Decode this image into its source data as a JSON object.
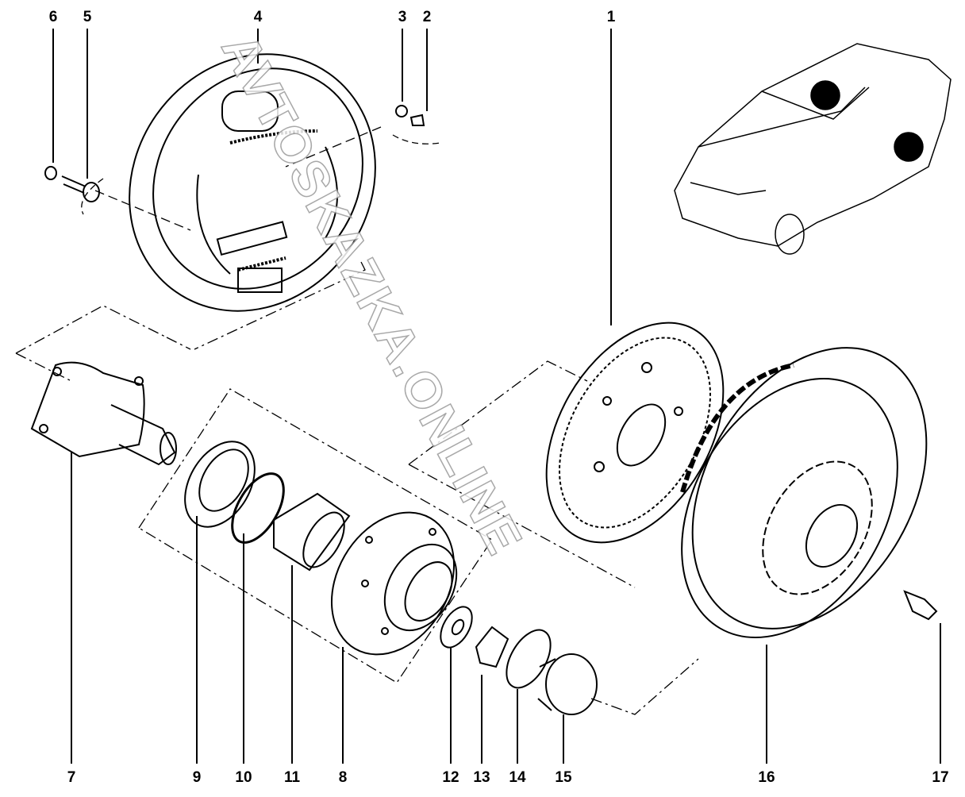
{
  "watermark": "AVTOSKAZKA.ONLINE",
  "callouts": {
    "c1": "1",
    "c2": "2",
    "c3": "3",
    "c4": "4",
    "c5": "5",
    "c6": "6",
    "c7": "7",
    "c8": "8",
    "c9": "9",
    "c10": "10",
    "c11": "11",
    "c12": "12",
    "c13": "13",
    "c14": "14",
    "c15": "15",
    "c16": "16",
    "c17": "17"
  },
  "colors": {
    "line": "#000000",
    "watermark_outline": "#999999"
  }
}
